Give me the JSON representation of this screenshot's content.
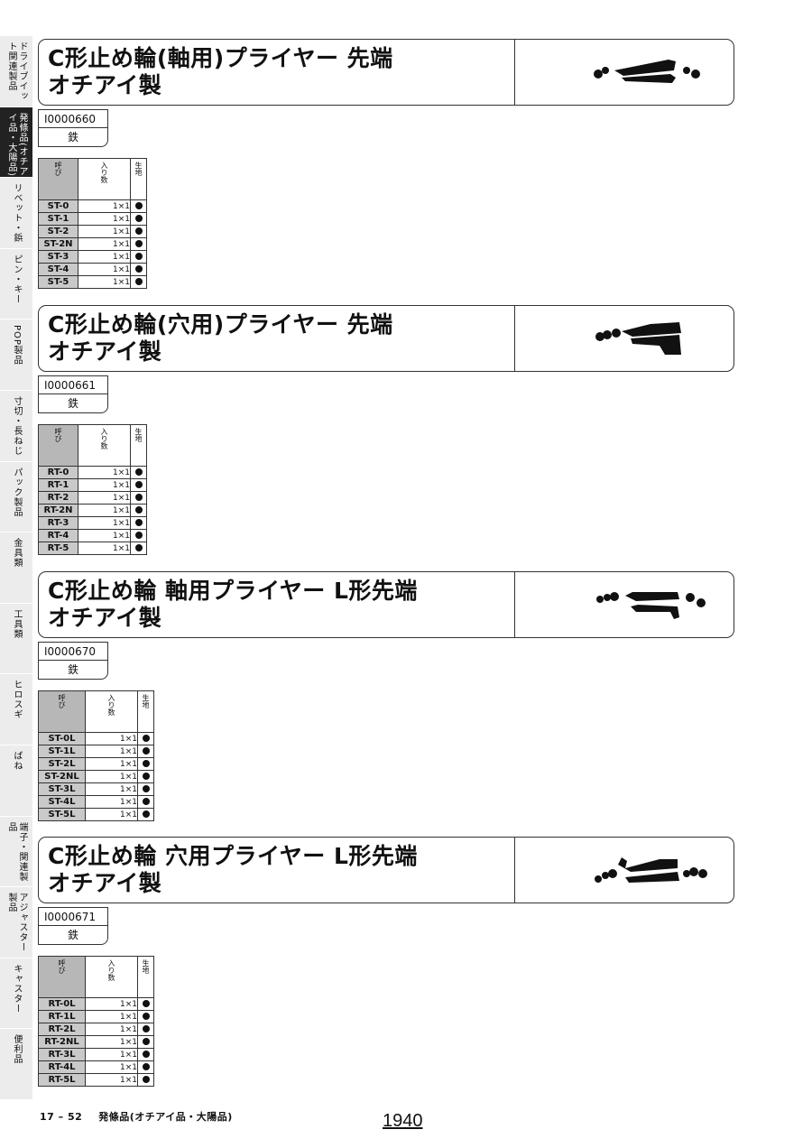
{
  "side_tabs": [
    {
      "label": "ドライブイット関連製品",
      "active": false
    },
    {
      "label": "発條品(オチアイ品・大陽品)",
      "active": true
    },
    {
      "label": "リベット・鋲",
      "active": false
    },
    {
      "label": "ピン・キー",
      "active": false
    },
    {
      "label": "POP製品",
      "active": false
    },
    {
      "label": "寸切・長ねじ",
      "active": false
    },
    {
      "label": "パック製品",
      "active": false
    },
    {
      "label": "金具類",
      "active": false
    },
    {
      "label": "工具類",
      "active": false
    },
    {
      "label": "ヒロスギ",
      "active": false
    },
    {
      "label": "ばね",
      "active": false
    },
    {
      "label": "端子・関連製品",
      "active": false
    },
    {
      "label": "アジャスター製品",
      "active": false
    },
    {
      "label": "キャスター",
      "active": false
    },
    {
      "label": "便利品",
      "active": false
    }
  ],
  "table_headers": {
    "name": "呼び",
    "qty": "入り数",
    "material": "生地"
  },
  "products": [
    {
      "title_line1": "C形止め輪(軸用)プライヤー 先端",
      "title_line2": "オチアイ製",
      "code": "I0000660",
      "material": "鉄",
      "image_icon": "pliers-tips-shaft-icon",
      "rows": [
        {
          "name": "ST-0",
          "qty": "1×1"
        },
        {
          "name": "ST-1",
          "qty": "1×1"
        },
        {
          "name": "ST-2",
          "qty": "1×1"
        },
        {
          "name": "ST-2N",
          "qty": "1×1"
        },
        {
          "name": "ST-3",
          "qty": "1×1"
        },
        {
          "name": "ST-4",
          "qty": "1×1"
        },
        {
          "name": "ST-5",
          "qty": "1×1"
        }
      ]
    },
    {
      "title_line1": "C形止め輪(穴用)プライヤー 先端",
      "title_line2": "オチアイ製",
      "code": "I0000661",
      "material": "鉄",
      "image_icon": "pliers-tips-hole-icon",
      "rows": [
        {
          "name": "RT-0",
          "qty": "1×1"
        },
        {
          "name": "RT-1",
          "qty": "1×1"
        },
        {
          "name": "RT-2",
          "qty": "1×1"
        },
        {
          "name": "RT-2N",
          "qty": "1×1"
        },
        {
          "name": "RT-3",
          "qty": "1×1"
        },
        {
          "name": "RT-4",
          "qty": "1×1"
        },
        {
          "name": "RT-5",
          "qty": "1×1"
        }
      ]
    },
    {
      "title_line1": "C形止め輪 軸用プライヤー L形先端",
      "title_line2": "オチアイ製",
      "code": "I0000670",
      "material": "鉄",
      "image_icon": "pliers-l-tips-shaft-icon",
      "rows": [
        {
          "name": "ST-0L",
          "qty": "1×1"
        },
        {
          "name": "ST-1L",
          "qty": "1×1"
        },
        {
          "name": "ST-2L",
          "qty": "1×1"
        },
        {
          "name": "ST-2NL",
          "qty": "1×1"
        },
        {
          "name": "ST-3L",
          "qty": "1×1"
        },
        {
          "name": "ST-4L",
          "qty": "1×1"
        },
        {
          "name": "ST-5L",
          "qty": "1×1"
        }
      ]
    },
    {
      "title_line1": "C形止め輪 穴用プライヤー L形先端",
      "title_line2": "オチアイ製",
      "code": "I0000671",
      "material": "鉄",
      "image_icon": "pliers-l-tips-hole-icon",
      "rows": [
        {
          "name": "RT-0L",
          "qty": "1×1"
        },
        {
          "name": "RT-1L",
          "qty": "1×1"
        },
        {
          "name": "RT-2L",
          "qty": "1×1"
        },
        {
          "name": "RT-2NL",
          "qty": "1×1"
        },
        {
          "name": "RT-3L",
          "qty": "1×1"
        },
        {
          "name": "RT-4L",
          "qty": "1×1"
        },
        {
          "name": "RT-5L",
          "qty": "1×1"
        }
      ]
    }
  ],
  "footer": {
    "page_ref": "17 – 52",
    "section": "発條品(オチアイ品・大陽品)",
    "page_number": "1940"
  }
}
